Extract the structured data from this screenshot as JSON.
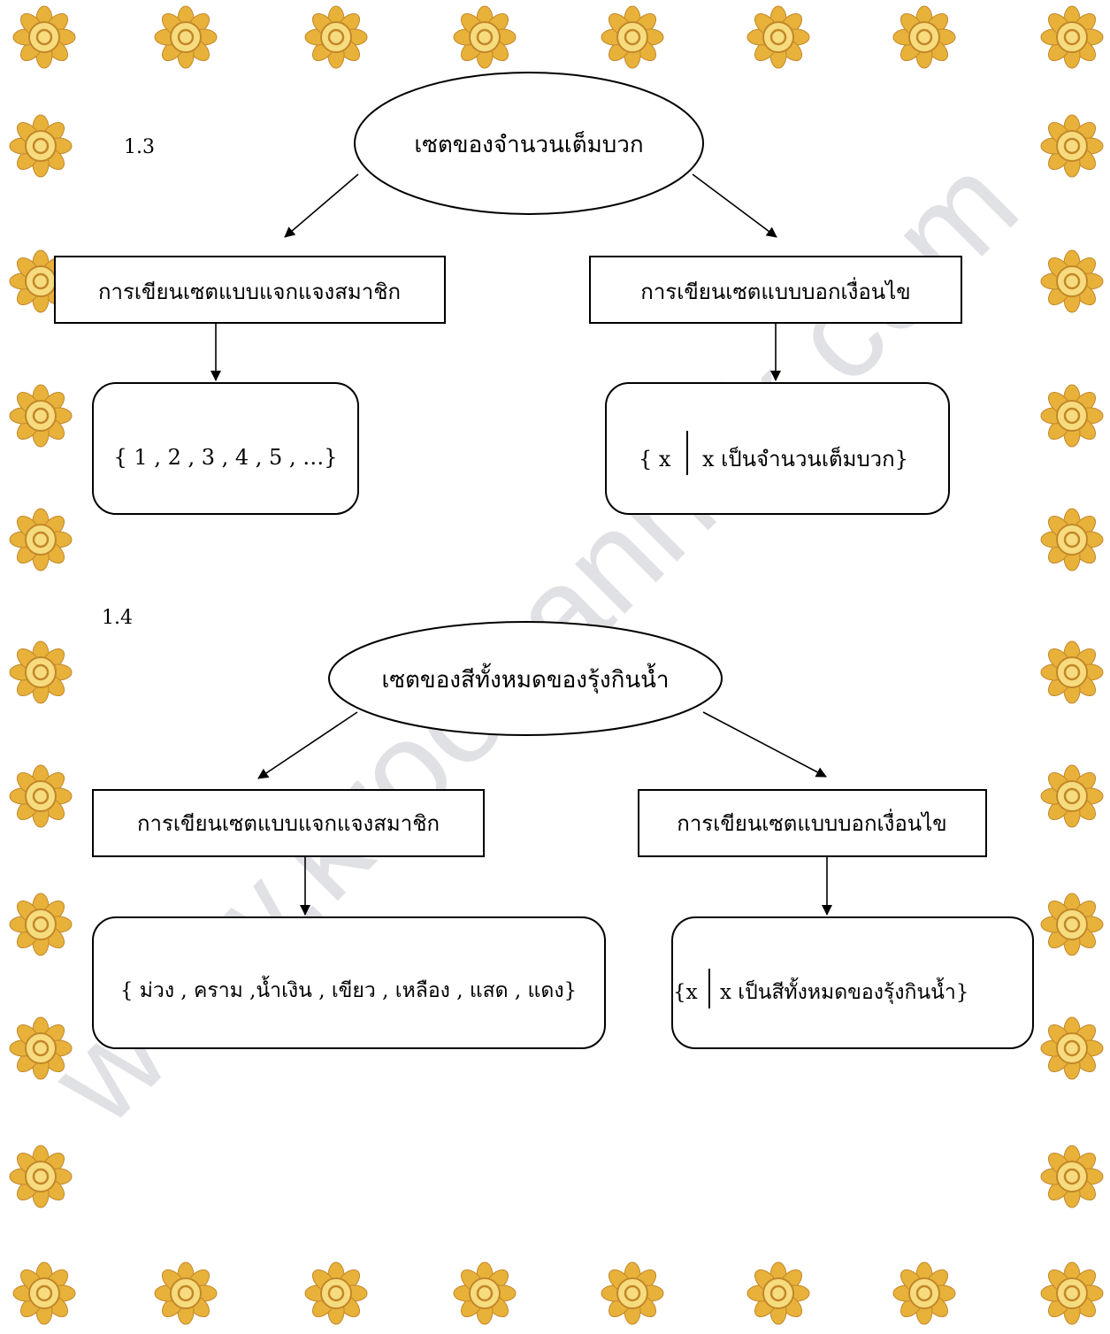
{
  "watermark": {
    "text": "www.kroobannok.com"
  },
  "border": {
    "ornament_icon": "yellow-flower-ornament-icon",
    "petal_color": "#e8b23a",
    "center_color": "#f6dc7e",
    "core_color": "#c2872a"
  },
  "sections": [
    {
      "number": "1.3",
      "root": "เซตของจำนวนเต็มบวก",
      "left_method": "การเขียนเซตแบบแจกแจงสมาชิก",
      "right_method": "การเขียนเซตแบบบอกเงื่อนไข",
      "left_example": "{ 1 , 2 , 3 , 4 , 5 , …}",
      "right_example_lead": "{ x",
      "right_example_rule": "x เป็นจำนวนเต็มบวก}"
    },
    {
      "number": "1.4",
      "root": "เซตของสีทั้งหมดของรุ้งกินน้ำ",
      "left_method": "การเขียนเซตแบบแจกแจงสมาชิก",
      "right_method": "การเขียนเซตแบบบอกเงื่อนไข",
      "left_example": "{ ม่วง , คราม ,น้ำเงิน , เขียว , เหลือง , แสด , แดง}",
      "right_example_lead": "{x",
      "right_example_rule": "x เป็นสีทั้งหมดของรุ้งกินน้ำ}"
    }
  ]
}
